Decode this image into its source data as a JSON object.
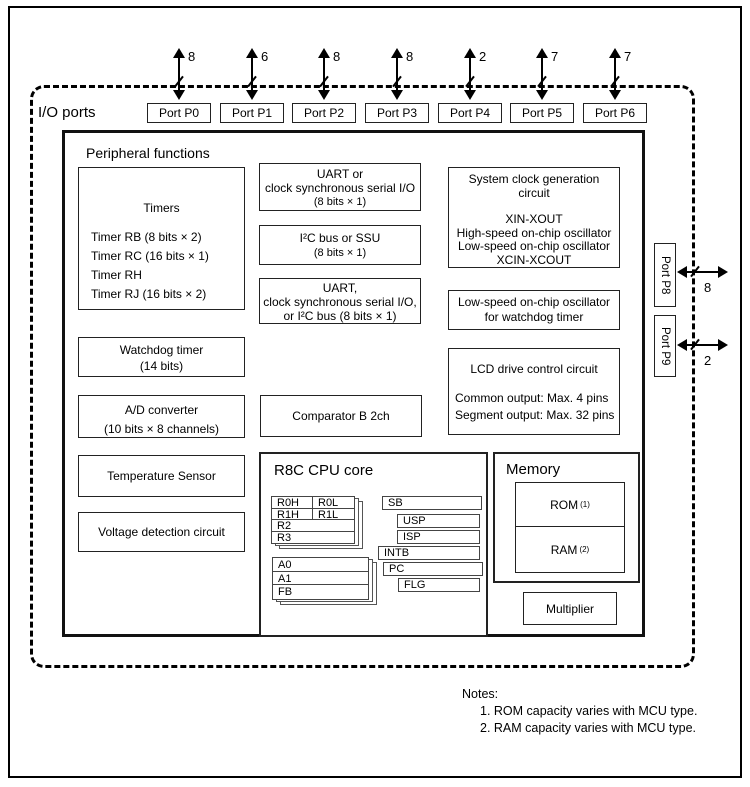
{
  "colors": {
    "ink": "#000000",
    "background": "#ffffff"
  },
  "diagram": {
    "io_ports_label": "I/O ports",
    "top_ports": [
      {
        "label": "Port P0",
        "bus_width": "8"
      },
      {
        "label": "Port P1",
        "bus_width": "6"
      },
      {
        "label": "Port P2",
        "bus_width": "8"
      },
      {
        "label": "Port P3",
        "bus_width": "8"
      },
      {
        "label": "Port P4",
        "bus_width": "2"
      },
      {
        "label": "Port P5",
        "bus_width": "7"
      },
      {
        "label": "Port P6",
        "bus_width": "7"
      }
    ],
    "side_ports": [
      {
        "label": "Port P8",
        "bus_width": "8"
      },
      {
        "label": "Port P9",
        "bus_width": "2"
      }
    ],
    "peripheral": {
      "title": "Peripheral functions",
      "timers": {
        "title": "Timers",
        "items": [
          "Timer RB (8 bits × 2)",
          "Timer RC (16 bits × 1)",
          "Timer RH",
          "Timer RJ (16 bits × 2)"
        ]
      },
      "watchdog": {
        "line1": "Watchdog timer",
        "line2": "(14 bits)"
      },
      "adc": {
        "line1": "A/D converter",
        "line2": "(10 bits × 8 channels)"
      },
      "temperature_sensor": "Temperature Sensor",
      "voltage_detection": "Voltage detection circuit",
      "uart_serial": {
        "line1": "UART or",
        "line2": "clock synchronous serial I/O",
        "line3": "(8 bits × 1)"
      },
      "i2c_ssu": {
        "line1": "I²C bus or SSU",
        "line2": "(8 bits × 1)"
      },
      "uart_serial_i2c": {
        "line1": "UART,",
        "line2": "clock synchronous serial I/O,",
        "line3": "or I²C bus (8 bits × 1)"
      },
      "comparator": "Comparator B 2ch",
      "system_clock": {
        "title1": "System clock generation",
        "title2": "circuit",
        "line1": "XIN-XOUT",
        "line2": "High-speed on-chip oscillator",
        "line3": "Low-speed on-chip oscillator",
        "line4": "XCIN-XCOUT"
      },
      "low_speed_osc_wdt": {
        "line1": "Low-speed on-chip oscillator",
        "line2": "for watchdog timer"
      },
      "lcd": {
        "title": "LCD drive control circuit",
        "line1": "Common output: Max. 4 pins",
        "line2": "Segment output: Max. 32 pins"
      }
    },
    "cpu": {
      "title": "R8C CPU core",
      "r0h": "R0H",
      "r0l": "R0L",
      "r1h": "R1H",
      "r1l": "R1L",
      "r2": "R2",
      "r3": "R3",
      "a0": "A0",
      "a1": "A1",
      "fb": "FB",
      "sb": "SB",
      "usp": "USP",
      "isp": "ISP",
      "intb": "INTB",
      "pc": "PC",
      "flg": "FLG"
    },
    "memory": {
      "title": "Memory",
      "rom": "ROM",
      "rom_sup": "(1)",
      "ram": "RAM",
      "ram_sup": "(2)",
      "multiplier": "Multiplier"
    },
    "notes": {
      "title": "Notes:",
      "items": [
        "1. ROM capacity varies with MCU type.",
        "2. RAM capacity varies with MCU type."
      ]
    }
  }
}
